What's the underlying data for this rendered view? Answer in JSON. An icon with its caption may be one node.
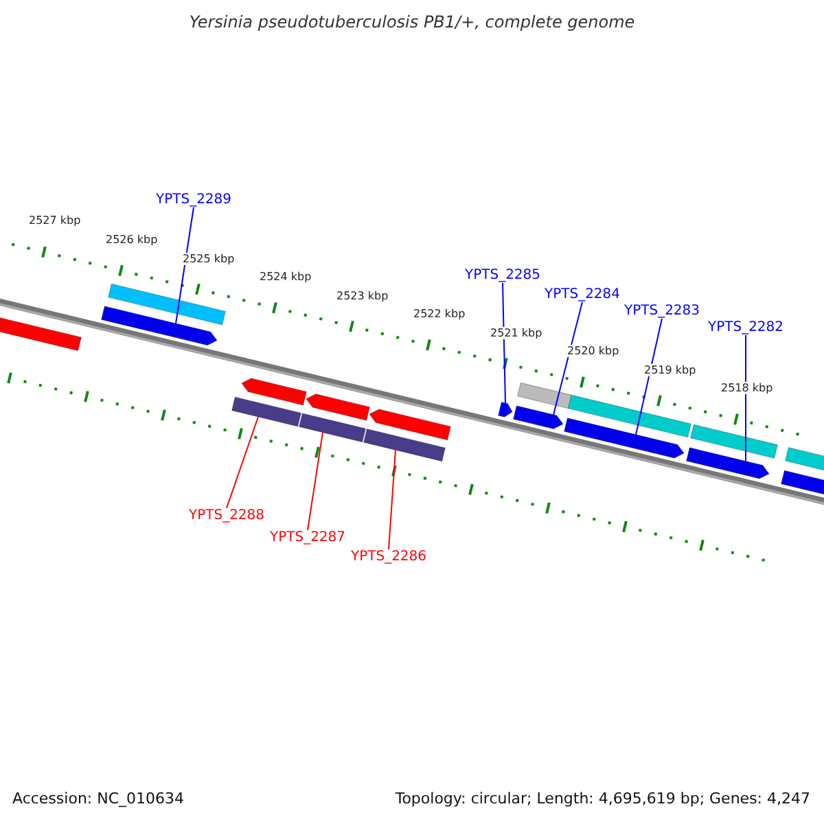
{
  "diagram": {
    "title": "Yersinia pseudotuberculosis PB1/+, complete genome",
    "nodes": [
      {
        "text": [
          "YPTS_2289"
        ]
      },
      {
        "text": [
          "YPTS_2285"
        ]
      },
      {
        "text": [
          "YPTS_2284"
        ]
      },
      {
        "text": [
          "YPTS_2283"
        ]
      },
      {
        "text": [
          "YPTS_2282"
        ]
      },
      {
        "text": [
          "YPTS_2288"
        ]
      },
      {
        "text": [
          "YPTS_2287"
        ]
      },
      {
        "text": [
          "YPTS_2286"
        ]
      },
      {
        "text": [],
        "shape": "bar"
      },
      {
        "text": [],
        "shape": "arrow"
      },
      {
        "text": [],
        "shape": "bar"
      },
      {
        "text": [],
        "shape": "bar"
      },
      {
        "text": [],
        "shape": "arrow"
      },
      {
        "text": [],
        "shape": "bar"
      },
      {
        "text": [],
        "shape": "arrow"
      },
      {
        "text": [],
        "shape": "bar"
      },
      {
        "text": [],
        "shape": "arrow"
      },
      {
        "text": [],
        "shape": "arrow"
      },
      {
        "text": [],
        "shape": "arrow"
      },
      {
        "text": [],
        "shape": "bar"
      },
      {
        "text": [],
        "shape": "arrow"
      },
      {
        "text": [],
        "shape": "bar"
      },
      {
        "text": [],
        "shape": "arrow"
      },
      {
        "text": [],
        "shape": "bar"
      },
      {
        "text": [],
        "shape": "bar"
      },
      {
        "text": [],
        "shape": "bar"
      }
    ],
    "edges": [
      {
        "from": 0,
        "to": 9,
        "arrow": "none"
      },
      {
        "from": 1,
        "to": 17,
        "arrow": "none"
      },
      {
        "from": 2,
        "to": 18,
        "arrow": "none"
      },
      {
        "from": 3,
        "to": 20,
        "arrow": "none"
      },
      {
        "from": 4,
        "to": 22,
        "arrow": "none"
      },
      {
        "from": 5,
        "to": 11,
        "arrow": "none",
        "color": "#ff0000"
      },
      {
        "from": 6,
        "to": 13,
        "arrow": "none",
        "color": "#ff0000"
      },
      {
        "from": 7,
        "to": 15,
        "arrow": "none",
        "color": "#ff0000"
      }
    ],
    "labels": [
      "2527 kbp",
      "2526 kbp",
      "2525 kbp",
      "2524 kbp",
      "2523 kbp",
      "2522 kbp",
      "2521 kbp",
      "2520 kbp",
      "2519 kbp",
      "2518 kbp",
      "Accession: NC_010634",
      "Topology: circular; Length: 4,695,619 bp; Genes: 4,247"
    ]
  }
}
